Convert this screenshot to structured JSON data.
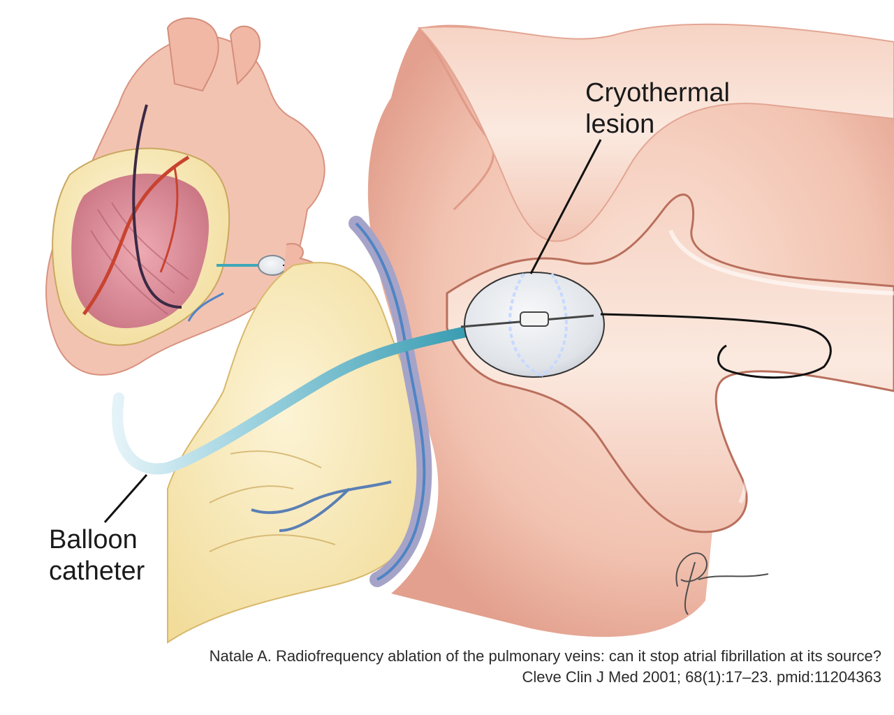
{
  "labels": {
    "cryo_line1": "Cryothermal",
    "cryo_line2": "lesion",
    "balloon_line1": "Balloon",
    "balloon_line2": "catheter"
  },
  "signature": "Pangrace",
  "caption": {
    "line1": "Natale A. Radiofrequency ablation of the pulmonary veins: can it stop atrial fibrillation at its source?",
    "line2": "Cleve Clin J Med 2001; 68(1):17–23. pmid:11204363"
  },
  "colors": {
    "atrium_tissue": "#f3c6b6",
    "vein_lumen": "#f8e3d8",
    "heart_muscle": "#d98a96",
    "fat": "#f6e6a9",
    "catheter_blue": "#3fa7b9",
    "balloon": "#e9ecef",
    "artery": "#d9503c",
    "vein_blue": "#4f84c4"
  }
}
